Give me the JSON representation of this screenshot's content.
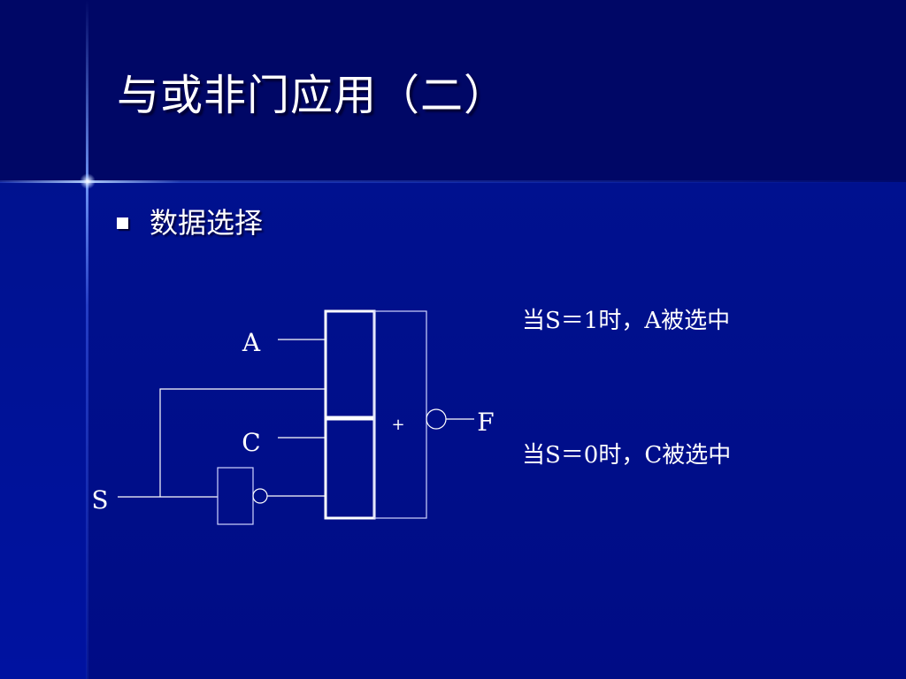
{
  "slide": {
    "title": "与或非门应用（二）",
    "bullet": "数据选择"
  },
  "circuit": {
    "labels": {
      "a": "A",
      "c": "C",
      "s": "S",
      "f": "F",
      "or_symbol": "+"
    }
  },
  "notes": {
    "s_high": "当S＝1时，A被选中",
    "s_low": "当S＝0时，C被选中"
  }
}
